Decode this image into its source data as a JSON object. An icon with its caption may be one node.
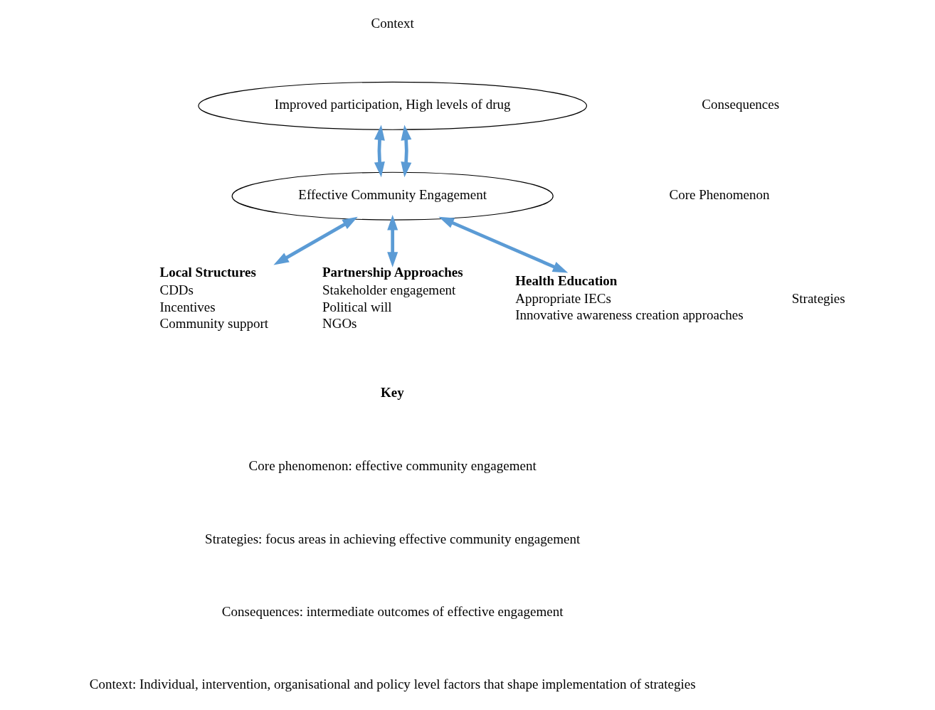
{
  "diagram": {
    "nodes": [
      {
        "text": [
          "Improved participation, High levels of drug"
        ]
      },
      {
        "text": [
          "Effective Community Engagement"
        ]
      },
      {
        "text": [
          "Local Structures",
          "CDDs",
          "Incentives",
          "Community support"
        ]
      },
      {
        "text": [
          "Partnership Approaches",
          "Stakeholder engagement",
          "Political will",
          "NGOs"
        ]
      },
      {
        "text": [
          "Health Education",
          "Appropriate IECs",
          "Innovative awareness creation approaches"
        ]
      }
    ],
    "edges": [
      {
        "from": 0,
        "to": 1,
        "arrow": "both"
      },
      {
        "from": 0,
        "to": 1,
        "arrow": "both"
      },
      {
        "from": 1,
        "to": 2,
        "arrow": "both"
      },
      {
        "from": 1,
        "to": 3,
        "arrow": "both"
      },
      {
        "from": 1,
        "to": 4,
        "arrow": "both"
      }
    ],
    "labels": [
      "Context",
      "Consequences",
      "Core Phenomenon",
      "Strategies",
      "Key",
      "Core phenomenon: effective community engagement",
      "Strategies: focus areas in achieving effective community engagement",
      "Consequences: intermediate outcomes of effective engagement",
      "Context: Individual, intervention, organisational and policy level factors that shape implementation of strategies"
    ]
  }
}
